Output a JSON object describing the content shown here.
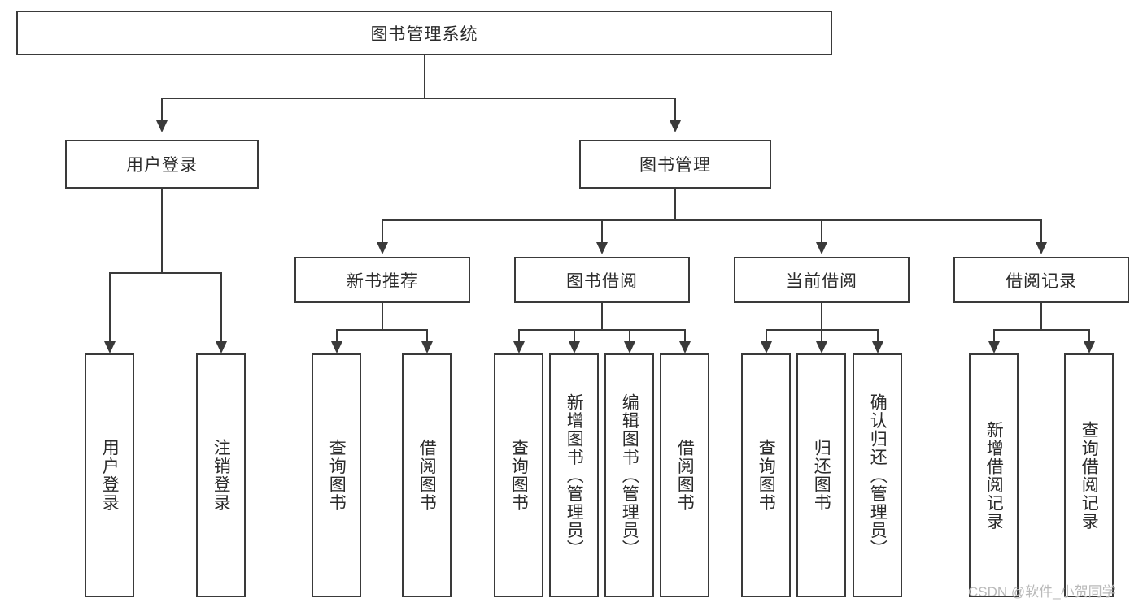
{
  "diagram": {
    "type": "tree-hierarchy",
    "root": {
      "label": "图书管理系统"
    },
    "level2": [
      {
        "label": "用户登录"
      },
      {
        "label": "图书管理"
      }
    ],
    "level3": [
      {
        "label": "新书推荐"
      },
      {
        "label": "图书借阅"
      },
      {
        "label": "当前借阅"
      },
      {
        "label": "借阅记录"
      }
    ],
    "leaves": {
      "user_login": [
        {
          "label": "用户登录"
        },
        {
          "label": "注销登录"
        }
      ],
      "new_book_recommend": [
        {
          "label": "查询图书"
        },
        {
          "label": "借阅图书"
        }
      ],
      "book_borrow": [
        {
          "label": "查询图书"
        },
        {
          "label": "新增图书（管理员）"
        },
        {
          "label": "编辑图书（管理员）"
        },
        {
          "label": "借阅图书"
        }
      ],
      "current_borrow": [
        {
          "label": "查询图书"
        },
        {
          "label": "归还图书"
        },
        {
          "label": "确认归还（管理员）"
        }
      ],
      "borrow_record": [
        {
          "label": "新增借阅记录"
        },
        {
          "label": "查询借阅记录"
        }
      ]
    }
  },
  "watermark": {
    "text": "CSDN @软件_小贺同学"
  },
  "colors": {
    "stroke": "#3a3a3a",
    "background": "#ffffff",
    "text": "#2b2b2b",
    "watermark": "#b9b9b9"
  }
}
